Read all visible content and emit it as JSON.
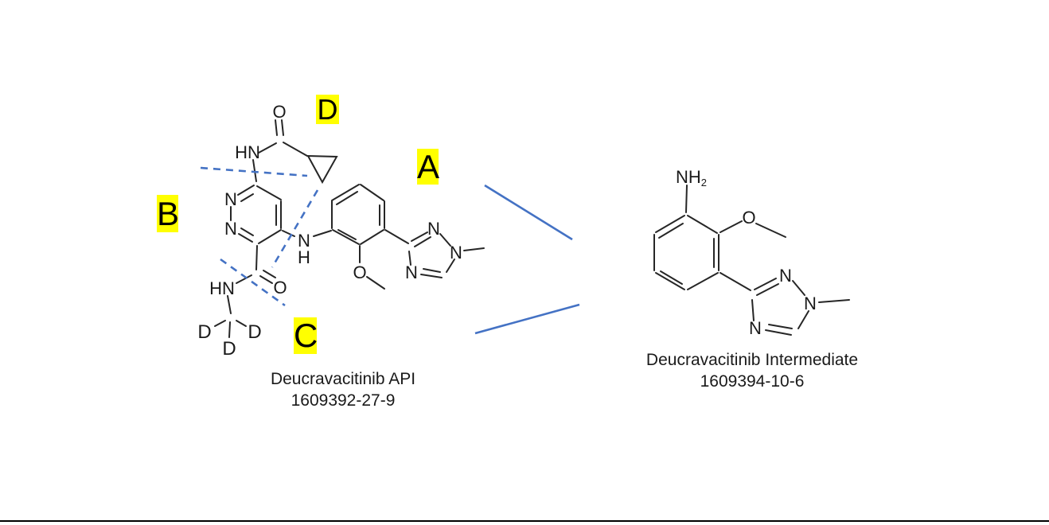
{
  "diagram": {
    "left_molecule": {
      "caption": {
        "name": "Deucravacitinib API",
        "cas": "1609392-27-9"
      },
      "atoms": {
        "carbonyl_top_o": "O",
        "amide_top_hn": "HN",
        "pyridazine_n1": "N",
        "pyridazine_n2": "N",
        "linker_n": "N",
        "linker_h": "H",
        "amide_bottom_hn": "HN",
        "carbonyl_bottom_o": "O",
        "deuterium_left": "D",
        "deuterium_right": "D",
        "deuterium_bottom": "D",
        "methoxy_o": "O",
        "triazole_n2": "N",
        "triazole_n1": "N",
        "triazole_n4": "N"
      }
    },
    "right_molecule": {
      "caption": {
        "name": "Deucravacitinib Intermediate",
        "cas": "1609394-10-6"
      },
      "atoms": {
        "amine_nh": "NH",
        "amine_sub": "2",
        "methoxy_o": "O",
        "triazole_n2": "N",
        "triazole_n1": "N",
        "triazole_n4": "N"
      }
    },
    "section_labels": {
      "a": "A",
      "b": "B",
      "c": "C",
      "d": "D"
    },
    "colors": {
      "highlight_yellow": "#FFFF00",
      "connector_blue": "#4472C4",
      "bond_black": "#262626"
    }
  }
}
